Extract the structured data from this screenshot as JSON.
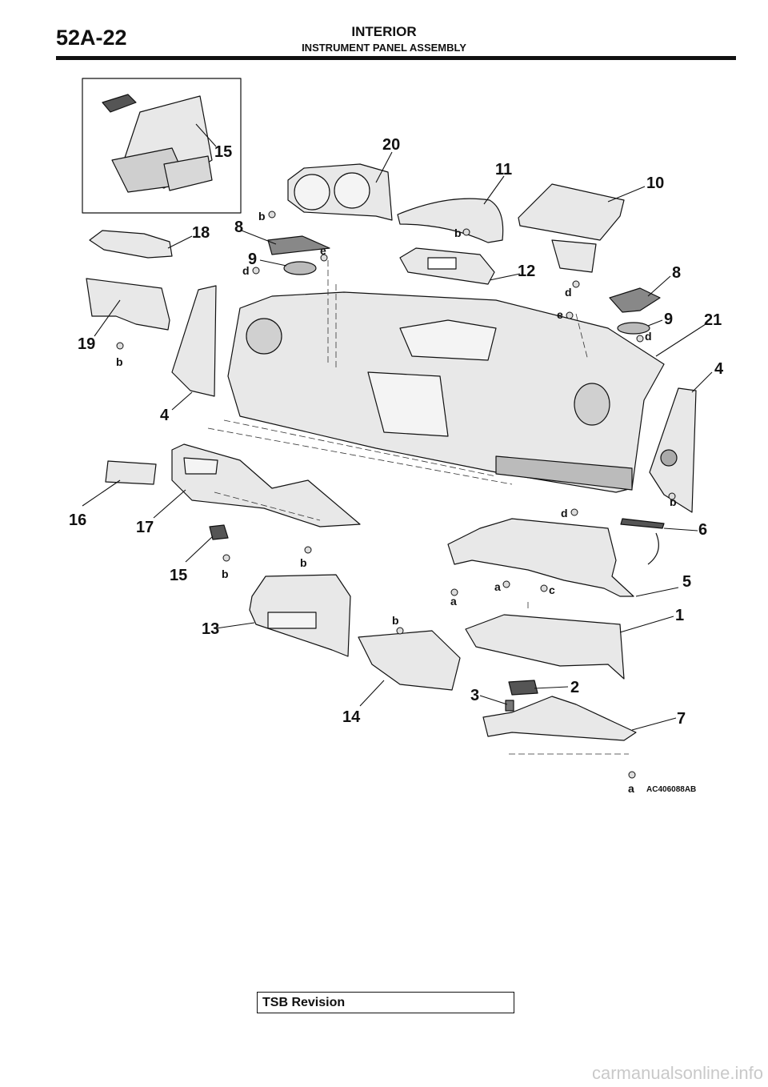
{
  "header": {
    "page_number": "52A-22",
    "title": "INTERIOR",
    "subtitle": "INSTRUMENT PANEL ASSEMBLY"
  },
  "diagram": {
    "figure_id": "AC406088AB",
    "callouts": {
      "c1": "1",
      "c2": "2",
      "c3": "3",
      "c4a": "4",
      "c4b": "4",
      "c5": "5",
      "c6": "6",
      "c7": "7",
      "c8a": "8",
      "c8b": "8",
      "c9a": "9",
      "c9b": "9",
      "c10": "10",
      "c11": "11",
      "c12": "12",
      "c13": "13",
      "c14": "14",
      "c15a": "15",
      "c15b": "15",
      "c16": "16",
      "c17": "17",
      "c18": "18",
      "c19": "19",
      "c20": "20",
      "c21": "21"
    },
    "fasteners": {
      "b1": "b",
      "b2": "b",
      "b3": "b",
      "b4": "b",
      "b5": "b",
      "b6": "b",
      "b7": "b",
      "d1": "d",
      "d2": "d",
      "d3": "d",
      "d4": "d",
      "e1": "e",
      "e2": "e",
      "a1": "a",
      "a2": "a",
      "a3": "a",
      "c_fastener": "c"
    }
  },
  "footer": {
    "tsb_label": "TSB Revision",
    "watermark": "carmanualsonline.info"
  },
  "colors": {
    "ink": "#111111",
    "part_fill": "#e8e8e8",
    "dark_fill": "#555555"
  }
}
